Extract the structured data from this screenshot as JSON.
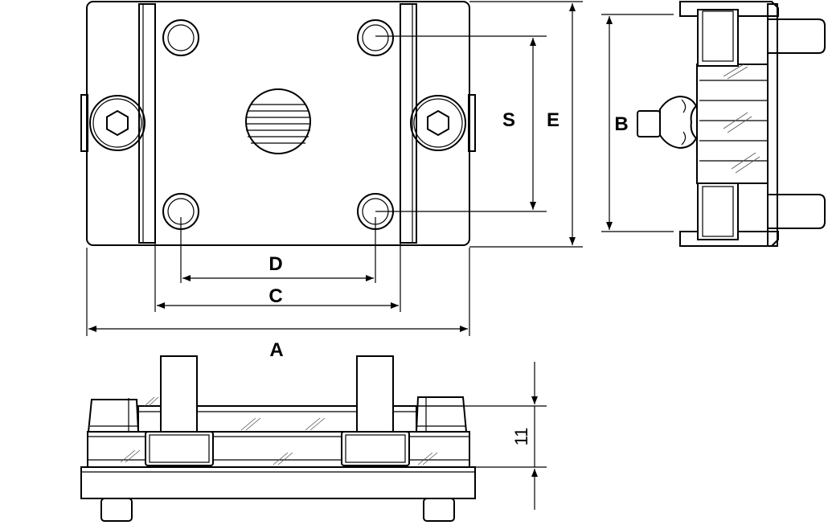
{
  "dimensions": {
    "A": "A",
    "B": "B",
    "C": "C",
    "D": "D",
    "E": "E",
    "S": "S",
    "height_value": "11"
  }
}
